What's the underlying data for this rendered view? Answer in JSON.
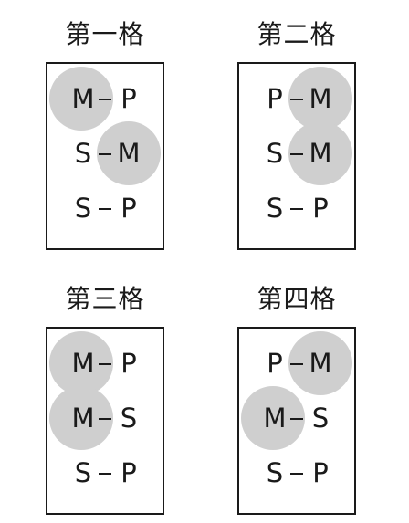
{
  "figures": [
    {
      "title": "第一格",
      "rows": [
        {
          "left": "M",
          "right": "P",
          "highlight": "left"
        },
        {
          "left": "S",
          "right": "M",
          "highlight": "right"
        },
        {
          "left": "S",
          "right": "P",
          "highlight": "none"
        }
      ]
    },
    {
      "title": "第二格",
      "rows": [
        {
          "left": "P",
          "right": "M",
          "highlight": "right"
        },
        {
          "left": "S",
          "right": "M",
          "highlight": "right"
        },
        {
          "left": "S",
          "right": "P",
          "highlight": "none"
        }
      ]
    },
    {
      "title": "第三格",
      "rows": [
        {
          "left": "M",
          "right": "P",
          "highlight": "left"
        },
        {
          "left": "M",
          "right": "S",
          "highlight": "left"
        },
        {
          "left": "S",
          "right": "P",
          "highlight": "none"
        }
      ]
    },
    {
      "title": "第四格",
      "rows": [
        {
          "left": "P",
          "right": "M",
          "highlight": "right"
        },
        {
          "left": "M",
          "right": "S",
          "highlight": "left"
        },
        {
          "left": "S",
          "right": "P",
          "highlight": "none"
        }
      ]
    }
  ],
  "colors": {
    "highlight_circle": "#cfcfcf",
    "ink": "#1a1a1a"
  }
}
